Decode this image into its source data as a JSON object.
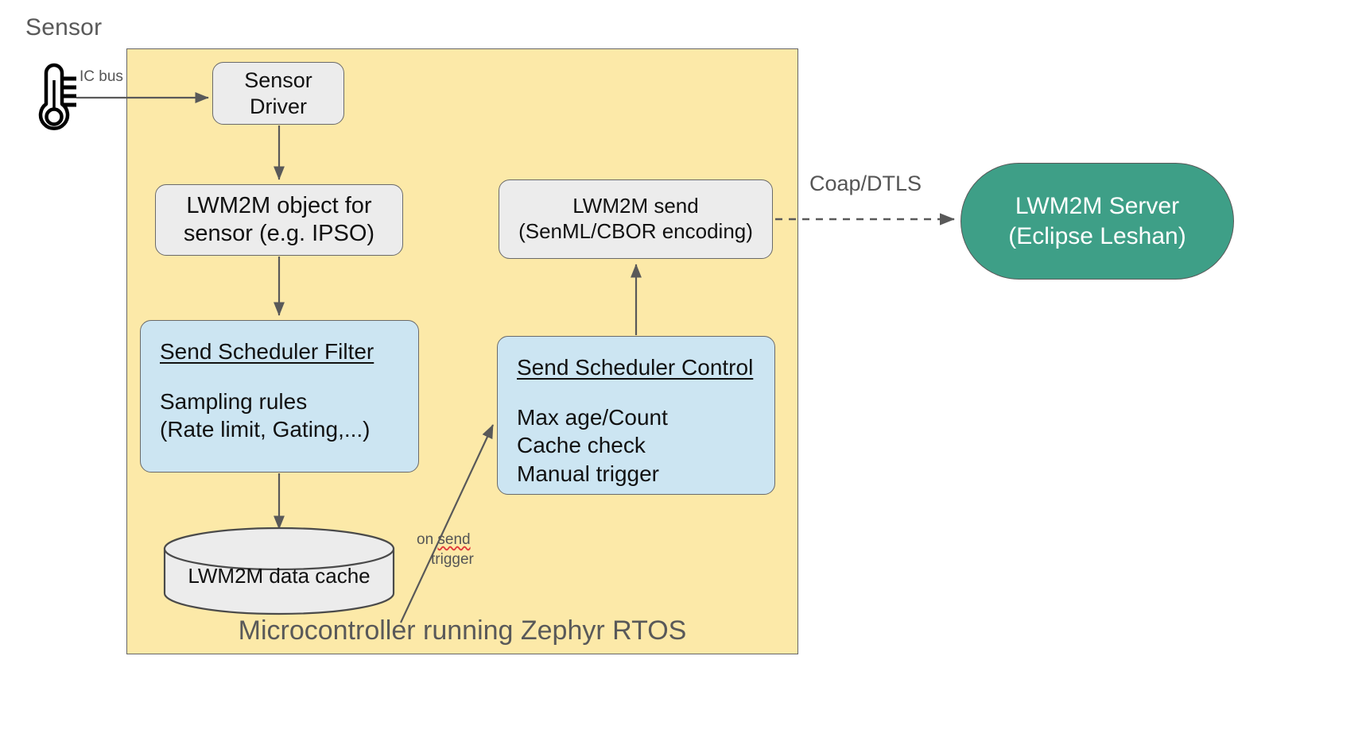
{
  "diagram": {
    "title_outside": "Sensor",
    "container_caption": "Microcontroller running Zephyr RTOS",
    "colors": {
      "container_fill": "#FCE9A8",
      "container_stroke": "#666666",
      "node_grey_fill": "#ECECEC",
      "node_blue_fill": "#CCE5F2",
      "server_fill": "#3E9F87",
      "edge_stroke": "#595959",
      "squiggle": "#E03A3A"
    },
    "nodes": {
      "sensor_icon": "thermometer-icon",
      "sensor_driver": {
        "line1": "Sensor",
        "line2": "Driver"
      },
      "lwm2m_object": {
        "line1": "LWM2M object for",
        "line2": "sensor (e.g. IPSO)"
      },
      "lwm2m_send": {
        "line1": "LWM2M send",
        "line2": "(SenML/CBOR encoding)"
      },
      "send_filter": {
        "title": "Send Scheduler Filter",
        "lines": [
          "Sampling rules",
          "(Rate limit, Gating,...)"
        ]
      },
      "send_control": {
        "title": "Send Scheduler Control",
        "lines": [
          "Max age/Count",
          "Cache check",
          "Manual trigger"
        ]
      },
      "data_cache": {
        "label": "LWM2M data cache"
      },
      "server": {
        "line1": "LWM2M Server",
        "line2": "(Eclipse Leshan)"
      }
    },
    "edges": {
      "ic_bus": "IC bus",
      "coap_dtls": "Coap/DTLS",
      "on_send_trigger": {
        "line1": "on send",
        "line2": "trigger"
      }
    }
  }
}
